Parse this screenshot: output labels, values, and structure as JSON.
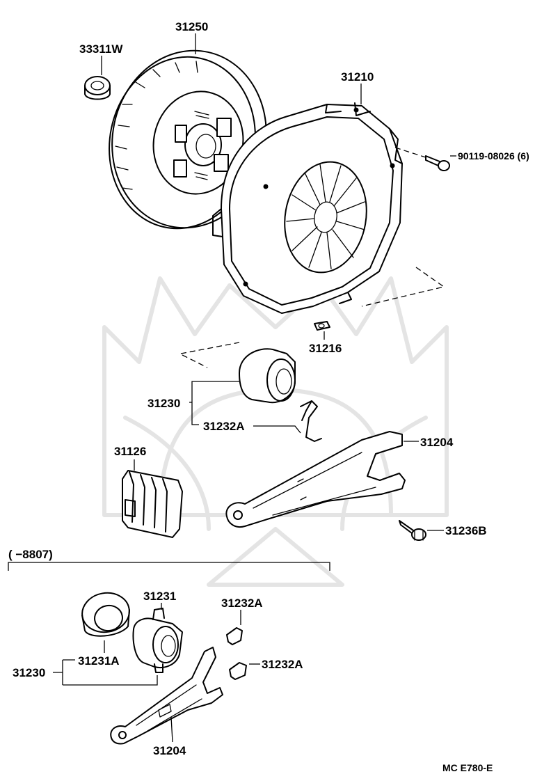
{
  "labels": {
    "clutch_disc": "31250",
    "pilot_bearing": "33311W",
    "clutch_cover": "31210",
    "cover_bolt": "90119-08026 (6)",
    "boot_clip": "31216",
    "release_bearing_assy": "31230",
    "release_bearing_clip": "31232A",
    "release_fork": "31204",
    "fork_boot": "31126",
    "fork_support": "31236B",
    "variant_range": "(        −8807)",
    "old_bearing_hub": "31231",
    "old_clip_upper": "31232A",
    "old_bearing_assy": "31230",
    "old_bearing": "31231A",
    "old_clip_lower": "31232A",
    "old_fork": "31204"
  },
  "footer": {
    "code": "MC  E780-E"
  }
}
